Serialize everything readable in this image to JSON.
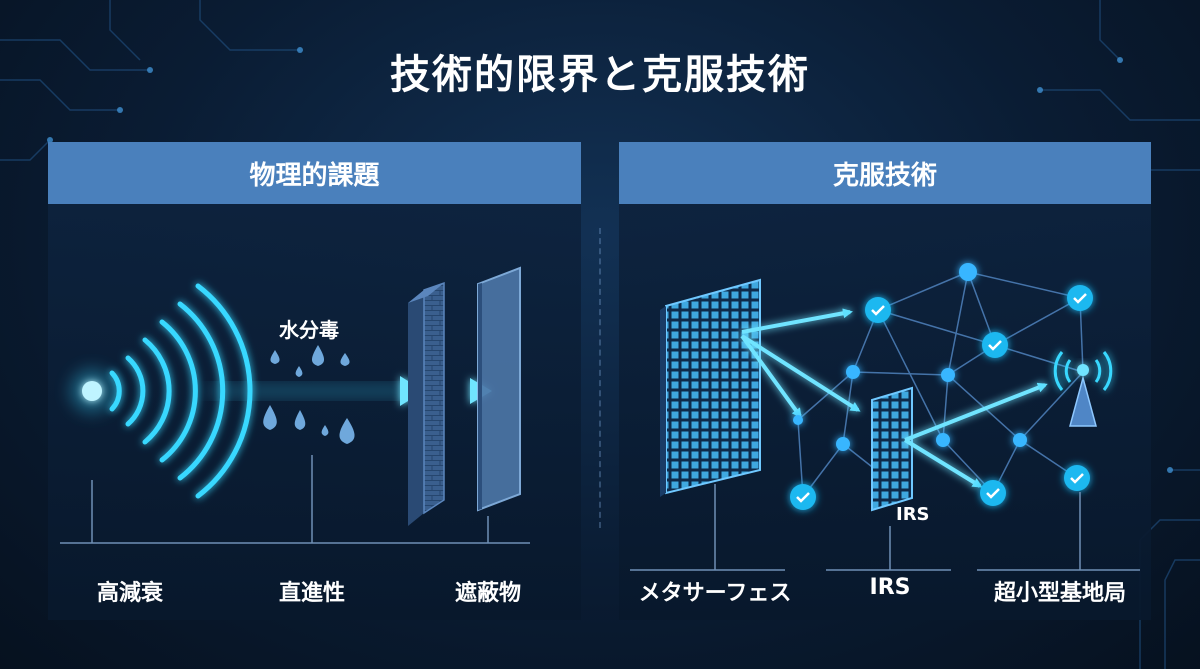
{
  "title": "技術的限界と克服技術",
  "left_panel": {
    "header": "物理的課題",
    "water_label": "水分毒",
    "labels": [
      "高減衰",
      "直進性",
      "遮蔽物"
    ]
  },
  "right_panel": {
    "header": "克服技術",
    "irs_inline": "IRS",
    "labels": [
      "メタサーフェス",
      "IRS",
      "超小型基地局"
    ]
  },
  "colors": {
    "header_bg": "#4a80bc",
    "glow": "#39d8ff",
    "background": "#0a1c33"
  }
}
